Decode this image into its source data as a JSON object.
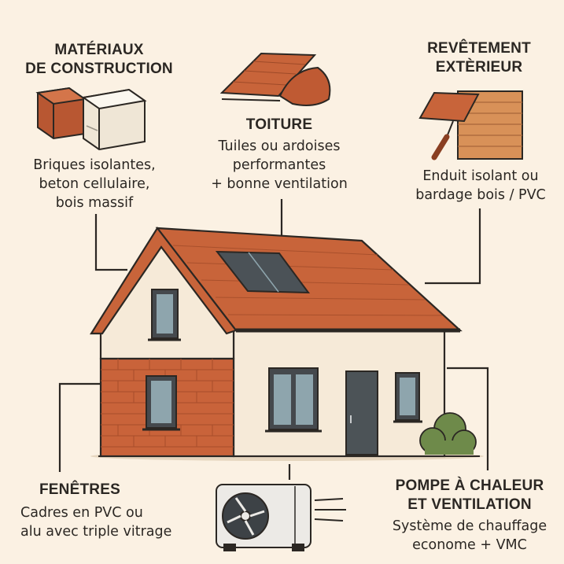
{
  "colors": {
    "background": "#fbf1e3",
    "roof": "#c8643a",
    "brick": "#c9633a",
    "wall": "#f6ead8",
    "outline": "#2b2723",
    "window_frame": "#45494d",
    "glass": "#8ea5ad",
    "door": "#4c5357",
    "bush": "#6e8a4a"
  },
  "sections": {
    "materials": {
      "title_lines": [
        "MATÉRIAUX",
        "DE CONSTRUCTION"
      ],
      "desc_lines": [
        "Briques isolantes,",
        "beton cellulaire,",
        "bois massif"
      ],
      "icon": "bricks-icon"
    },
    "roof": {
      "title_lines": [
        "TOITURE"
      ],
      "desc_lines": [
        "Tuiles ou ardoises",
        "performantes",
        "+ bonne ventilation"
      ],
      "icon": "roof-tiles-icon"
    },
    "cladding": {
      "title_lines": [
        "REVÊTEMENT",
        "EXTÈRIEUR"
      ],
      "desc_lines": [
        "Enduit isolant ou",
        "bardage bois / PVC"
      ],
      "icon": "trowel-cladding-icon"
    },
    "windows": {
      "title_lines": [
        "FENÊTRES"
      ],
      "desc_lines": [
        "Cadres en PVC ou",
        "alu avec triple vitrage"
      ]
    },
    "heatpump": {
      "title_lines": [
        "POMPE À CHALEUR",
        "ET VENTILATION"
      ],
      "desc_lines": [
        "Système de chauffage",
        "econome + VMC"
      ],
      "icon": "heat-pump-icon"
    }
  }
}
